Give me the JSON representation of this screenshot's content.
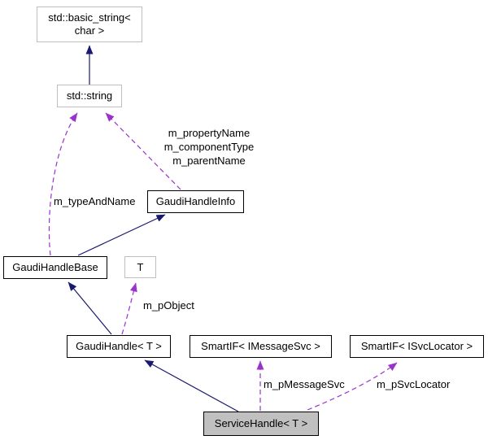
{
  "diagram": {
    "kind": "collaboration-graph",
    "nodes": [
      {
        "id": "std-basic-string",
        "label": "std::basic_string<\nchar >",
        "type": "external"
      },
      {
        "id": "std-string",
        "label": "std::string",
        "type": "external"
      },
      {
        "id": "gaudi-handle-info",
        "label": "GaudiHandleInfo",
        "type": "documented"
      },
      {
        "id": "gaudi-handle-base",
        "label": "GaudiHandleBase",
        "type": "documented"
      },
      {
        "id": "t",
        "label": "T",
        "type": "external"
      },
      {
        "id": "gaudi-handle",
        "label": "GaudiHandle< T >",
        "type": "documented"
      },
      {
        "id": "smartif-imessagesvc",
        "label": "SmartIF< IMessageSvc >",
        "type": "documented"
      },
      {
        "id": "smartif-isvclocator",
        "label": "SmartIF< ISvcLocator >",
        "type": "documented"
      },
      {
        "id": "service-handle",
        "label": "ServiceHandle< T >",
        "type": "current"
      }
    ],
    "edges": [
      {
        "from": "std::string",
        "to": "std::basic_string< char >",
        "type": "inheritance",
        "label": ""
      },
      {
        "from": "GaudiHandleBase",
        "to": "GaudiHandleInfo",
        "type": "inheritance",
        "label": ""
      },
      {
        "from": "GaudiHandle< T >",
        "to": "GaudiHandleBase",
        "type": "inheritance",
        "label": ""
      },
      {
        "from": "ServiceHandle< T >",
        "to": "GaudiHandle< T >",
        "type": "inheritance",
        "label": ""
      },
      {
        "from": "GaudiHandleBase",
        "to": "std::string",
        "type": "usage",
        "label": "m_typeAndName"
      },
      {
        "from": "GaudiHandleInfo",
        "to": "std::string",
        "type": "usage",
        "label": "m_propertyName\nm_componentType\nm_parentName"
      },
      {
        "from": "GaudiHandle< T >",
        "to": "T",
        "type": "usage",
        "label": "m_pObject"
      },
      {
        "from": "ServiceHandle< T >",
        "to": "SmartIF< IMessageSvc >",
        "type": "usage",
        "label": "m_pMessageSvc"
      },
      {
        "from": "ServiceHandle< T >",
        "to": "SmartIF< ISvcLocator >",
        "type": "usage",
        "label": "m_pSvcLocator"
      }
    ],
    "colors": {
      "inheritance_edge": "#191970",
      "usage_edge": "#9a32cd",
      "current_node_fill": "#c0c0c0",
      "external_node_border": "#bebebe",
      "documented_node_border": "#000000",
      "background": "#ffffff",
      "text": "#000000"
    }
  }
}
